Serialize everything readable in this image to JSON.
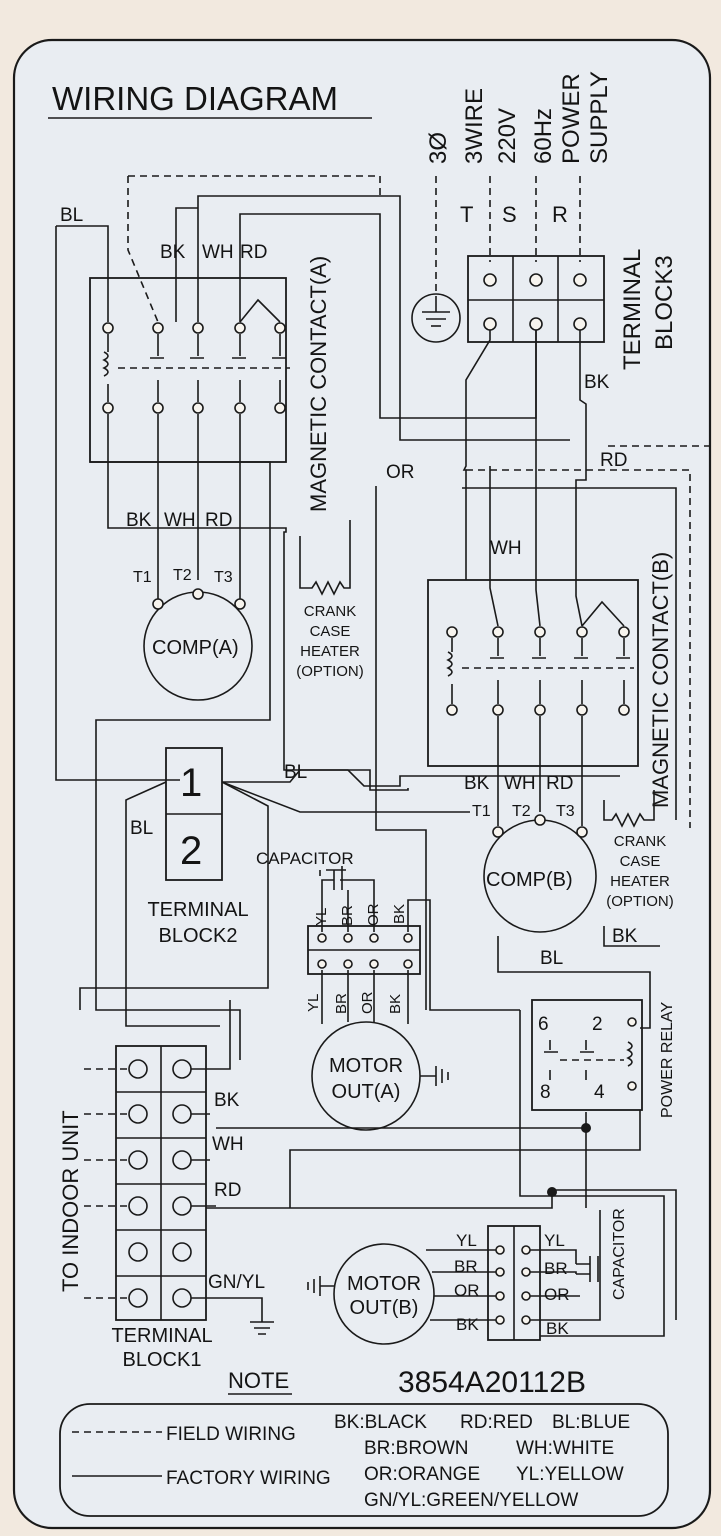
{
  "title": "WIRING DIAGRAM",
  "power_supply": {
    "lines": [
      "3Ø",
      "3WIRE",
      "220V",
      "60Hz",
      "POWER",
      "SUPPLY"
    ],
    "phases": [
      "T",
      "S",
      "R"
    ]
  },
  "labels": {
    "terminal_block3": [
      "TERMINAL",
      "BLOCK3"
    ],
    "magnetic_contact_a": "MAGNETIC CONTACT(A)",
    "magnetic_contact_b": "MAGNETIC CONTACT(B)",
    "comp_a": "COMP(A)",
    "comp_b": "COMP(B)",
    "crank_case_heater": [
      "CRANK",
      "CASE",
      "HEATER",
      "(OPTION)"
    ],
    "terminal_block2": [
      "TERMINAL",
      "BLOCK2"
    ],
    "tb2_terminals": [
      "1",
      "2"
    ],
    "capacitor": "CAPACITOR",
    "motor_out_a": [
      "MOTOR",
      "OUT(A)"
    ],
    "motor_out_b": [
      "MOTOR",
      "OUT(B)"
    ],
    "power_relay": "POWER RELAY",
    "relay_pins": [
      "6",
      "2",
      "8",
      "4"
    ],
    "to_indoor_unit": "TO INDOOR UNIT",
    "terminal_block1": [
      "TERMINAL",
      "BLOCK1"
    ],
    "motor_terminals": [
      "T1",
      "T2",
      "T3"
    ],
    "part_number": "3854A20112B",
    "note": "NOTE"
  },
  "wire_labels": {
    "bl": "BL",
    "bk": "BK",
    "wh": "WH",
    "rd": "RD",
    "or": "OR",
    "yl": "YL",
    "br": "BR",
    "gnyl": "GN/YL"
  },
  "legend": {
    "field_wiring": "FIELD WIRING",
    "factory_wiring": "FACTORY WIRING",
    "codes": [
      "BK:BLACK",
      "RD:RED",
      "BL:BLUE",
      "BR:BROWN",
      "WH:WHITE",
      "OR:ORANGE",
      "YL:YELLOW",
      "GN/YL:GREEN/YELLOW"
    ]
  }
}
